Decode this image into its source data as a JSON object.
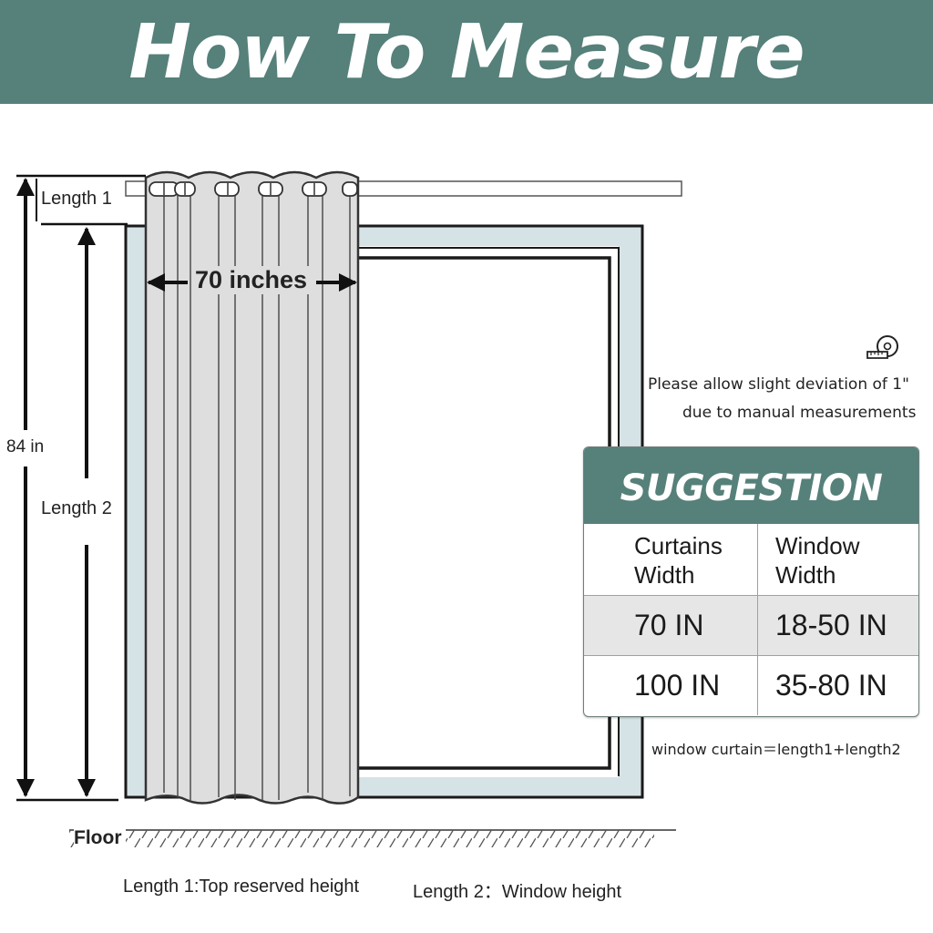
{
  "title": "How To Measure",
  "curtain_width_label": "70 inches",
  "length1_label": "Length 1",
  "length2_label": "Length 2",
  "total_height_label": "84 in",
  "floor_label": "Floor",
  "legend": {
    "length1": "Length 1:Top reserved height",
    "length2": "Length 2：Window height"
  },
  "note": {
    "line1": "Please allow slight deviation of 1\"",
    "line2": "due to manual measurements"
  },
  "formula": "window curtain＝length1+length2",
  "suggestion": {
    "title": "SUGGESTION",
    "col1_line1": "Curtains",
    "col1_line2": "Width",
    "col2_line1": "Window",
    "col2_line2": "Width",
    "rows": [
      {
        "curtains": "70 IN",
        "window": "18-50 IN"
      },
      {
        "curtains": "100 IN",
        "window": "35-80 IN"
      }
    ]
  },
  "icons": {
    "tape": "tape-measure-icon"
  },
  "colors": {
    "banner": "#56807a",
    "curtain": "#dedede",
    "window_frame": "#d6e3e6"
  }
}
